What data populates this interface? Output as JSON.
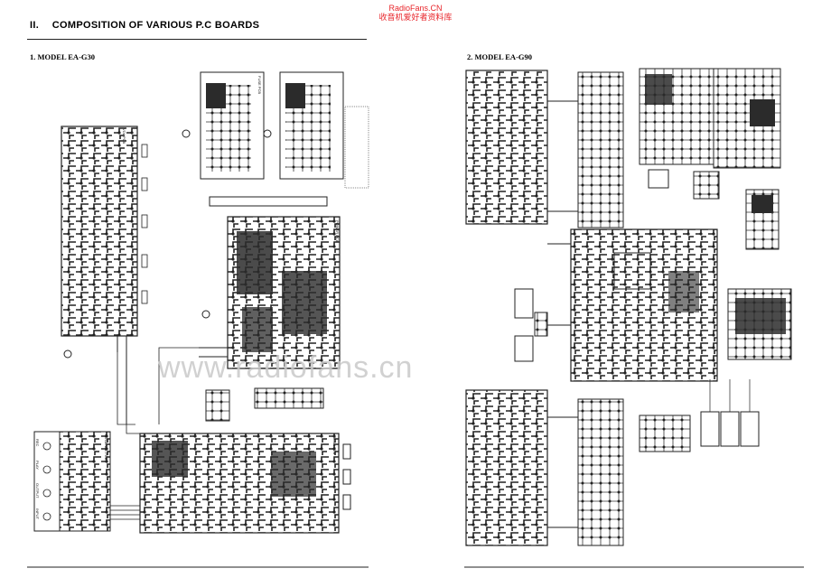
{
  "header": {
    "section_number": "II.",
    "title": "COMPOSITION OF VARIOUS P.C BOARDS"
  },
  "watermark": {
    "site": "RadioFans.CN",
    "site_cn": "收音机爱好者资料库",
    "main": "www.radiofans.cn"
  },
  "left_page": {
    "model_label": "1. MODEL EA-G30",
    "boards": {
      "vol_pcb": "VOL PCB",
      "fuse_pcb": "FUSE PCB",
      "power_pcb": "POWER PCB",
      "main_pcb": "MAIN PCB",
      "terminal_pcb": "TERMINAL PCB"
    },
    "terminal_labels": [
      "REC",
      "PLAY",
      "OUTPUT",
      "INPUT"
    ]
  },
  "right_page": {
    "model_label": "2. MODEL EA-G90"
  }
}
